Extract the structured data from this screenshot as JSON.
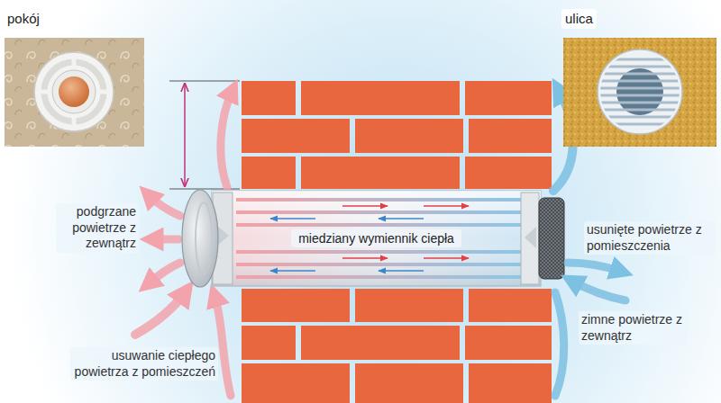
{
  "diagram": {
    "nodes": [
      {
        "text": [
          "pokój"
        ]
      },
      {
        "text": [
          "ulica"
        ]
      },
      {
        "text": [
          "miedziany wymiennik ciepła"
        ]
      }
    ],
    "labels": [
      "podgrzane powietrze z zewnątrz",
      "usunięte powietrze z pomieszczenia",
      "zimne powietrze z zewnątrz",
      "usuwanie ciepłego powietrza z pomieszczeń"
    ]
  }
}
